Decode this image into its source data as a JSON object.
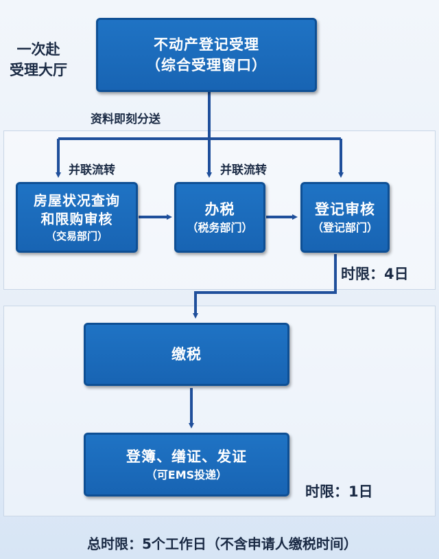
{
  "hall_label": [
    "一次赴",
    "受理大厅"
  ],
  "top_box": {
    "line1": "不动产登记受理",
    "line2": "（综合受理窗口）"
  },
  "distribute_label": "资料即刻分送",
  "parallel_label_left": "并联流转",
  "parallel_label_mid": "并联流转",
  "stage1": {
    "housing": {
      "line1": "房屋状况查询",
      "line2": "和限购审核",
      "line3": "（交易部门）"
    },
    "tax": {
      "line1": "办税",
      "line2": "（税务部门）"
    },
    "review": {
      "line1": "登记审核",
      "line2": "（登记部门）"
    },
    "time_limit": "时限：4日"
  },
  "stage2": {
    "pay": {
      "line1": "缴税"
    },
    "issue": {
      "line1": "登簿、缮证、发证",
      "line2": "（可EMS投递）"
    },
    "time_limit": "时限：1日"
  },
  "total_time": "总时限：5个工作日（不含申请人缴税时间）",
  "colors": {
    "box": "#1a6abb",
    "box_border": "#0e4f94",
    "arrow": "#1f4f9b",
    "text": "#1a2a44"
  }
}
